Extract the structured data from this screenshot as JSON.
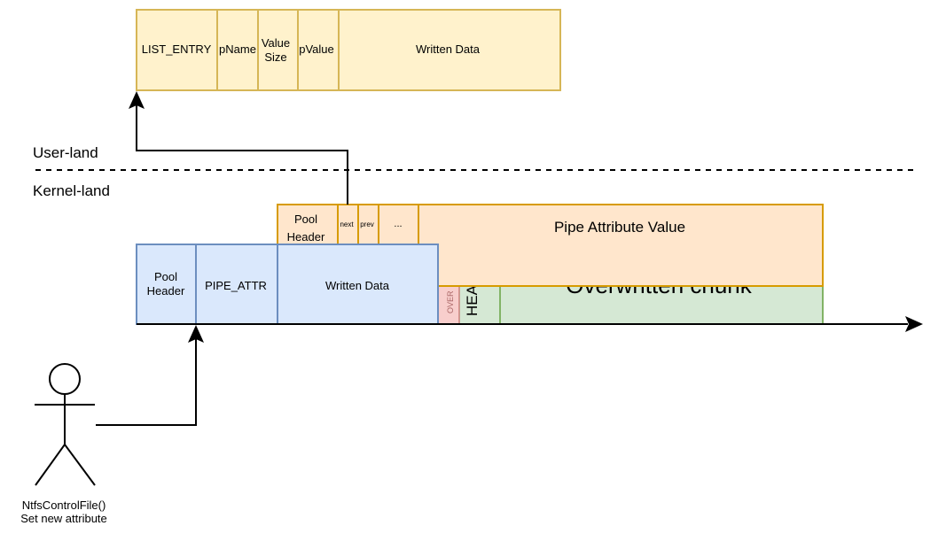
{
  "userland_struct": {
    "cells": [
      "LIST_ENTRY",
      "pName",
      "Value Size",
      "pValue",
      "Written Data"
    ]
  },
  "regions": {
    "user": "User-land",
    "kernel": "Kernel-land"
  },
  "green_chunk": {
    "over_label": "OVER",
    "header_label": "HEA",
    "chunk_label": "Overwritten chunk"
  },
  "orange_chunk": {
    "pool_header": "Pool Header",
    "next": "next",
    "prev": "prev",
    "ellipsis": "...",
    "value": "Pipe Attribute Value"
  },
  "blue_chunk": {
    "pool_header": "Pool Header",
    "pipe_attr": "PIPE_ATTR",
    "written_data": "Written Data"
  },
  "actor": {
    "call": "NtfsControlFile()",
    "action": "Set new attribute"
  },
  "colors": {
    "yellow_fill": "#fff2cc",
    "yellow_stroke": "#d6b656",
    "orange_fill": "#ffe6cc",
    "orange_stroke": "#d79b00",
    "blue_fill": "#dae8fc",
    "blue_stroke": "#6c8ebf",
    "green_fill": "#d5e8d4",
    "green_stroke": "#82b366",
    "pink_fill": "#f8cecc",
    "pink_stroke": "#b85450"
  }
}
